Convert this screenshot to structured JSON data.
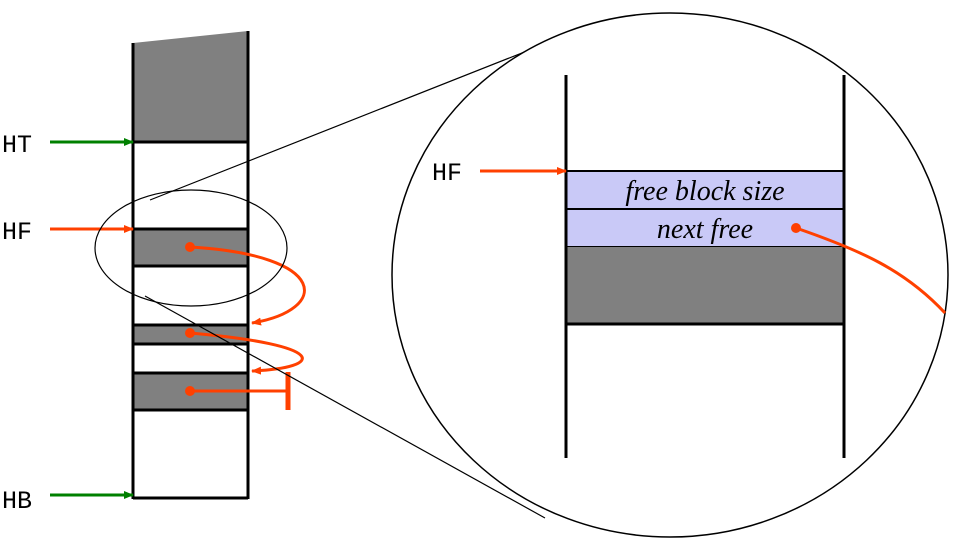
{
  "heap_pointers": {
    "top": "HT",
    "free": "HF",
    "bottom": "HB"
  },
  "zoom": {
    "pointer_label": "HF",
    "fields": [
      "free block size",
      "next free"
    ]
  },
  "colors": {
    "heap_outline": "#000000",
    "used_block": "#808080",
    "free_header_field": "#c9c9f7",
    "free_list_link": "#ff4000",
    "heap_pointer_arrow": "#008000"
  }
}
